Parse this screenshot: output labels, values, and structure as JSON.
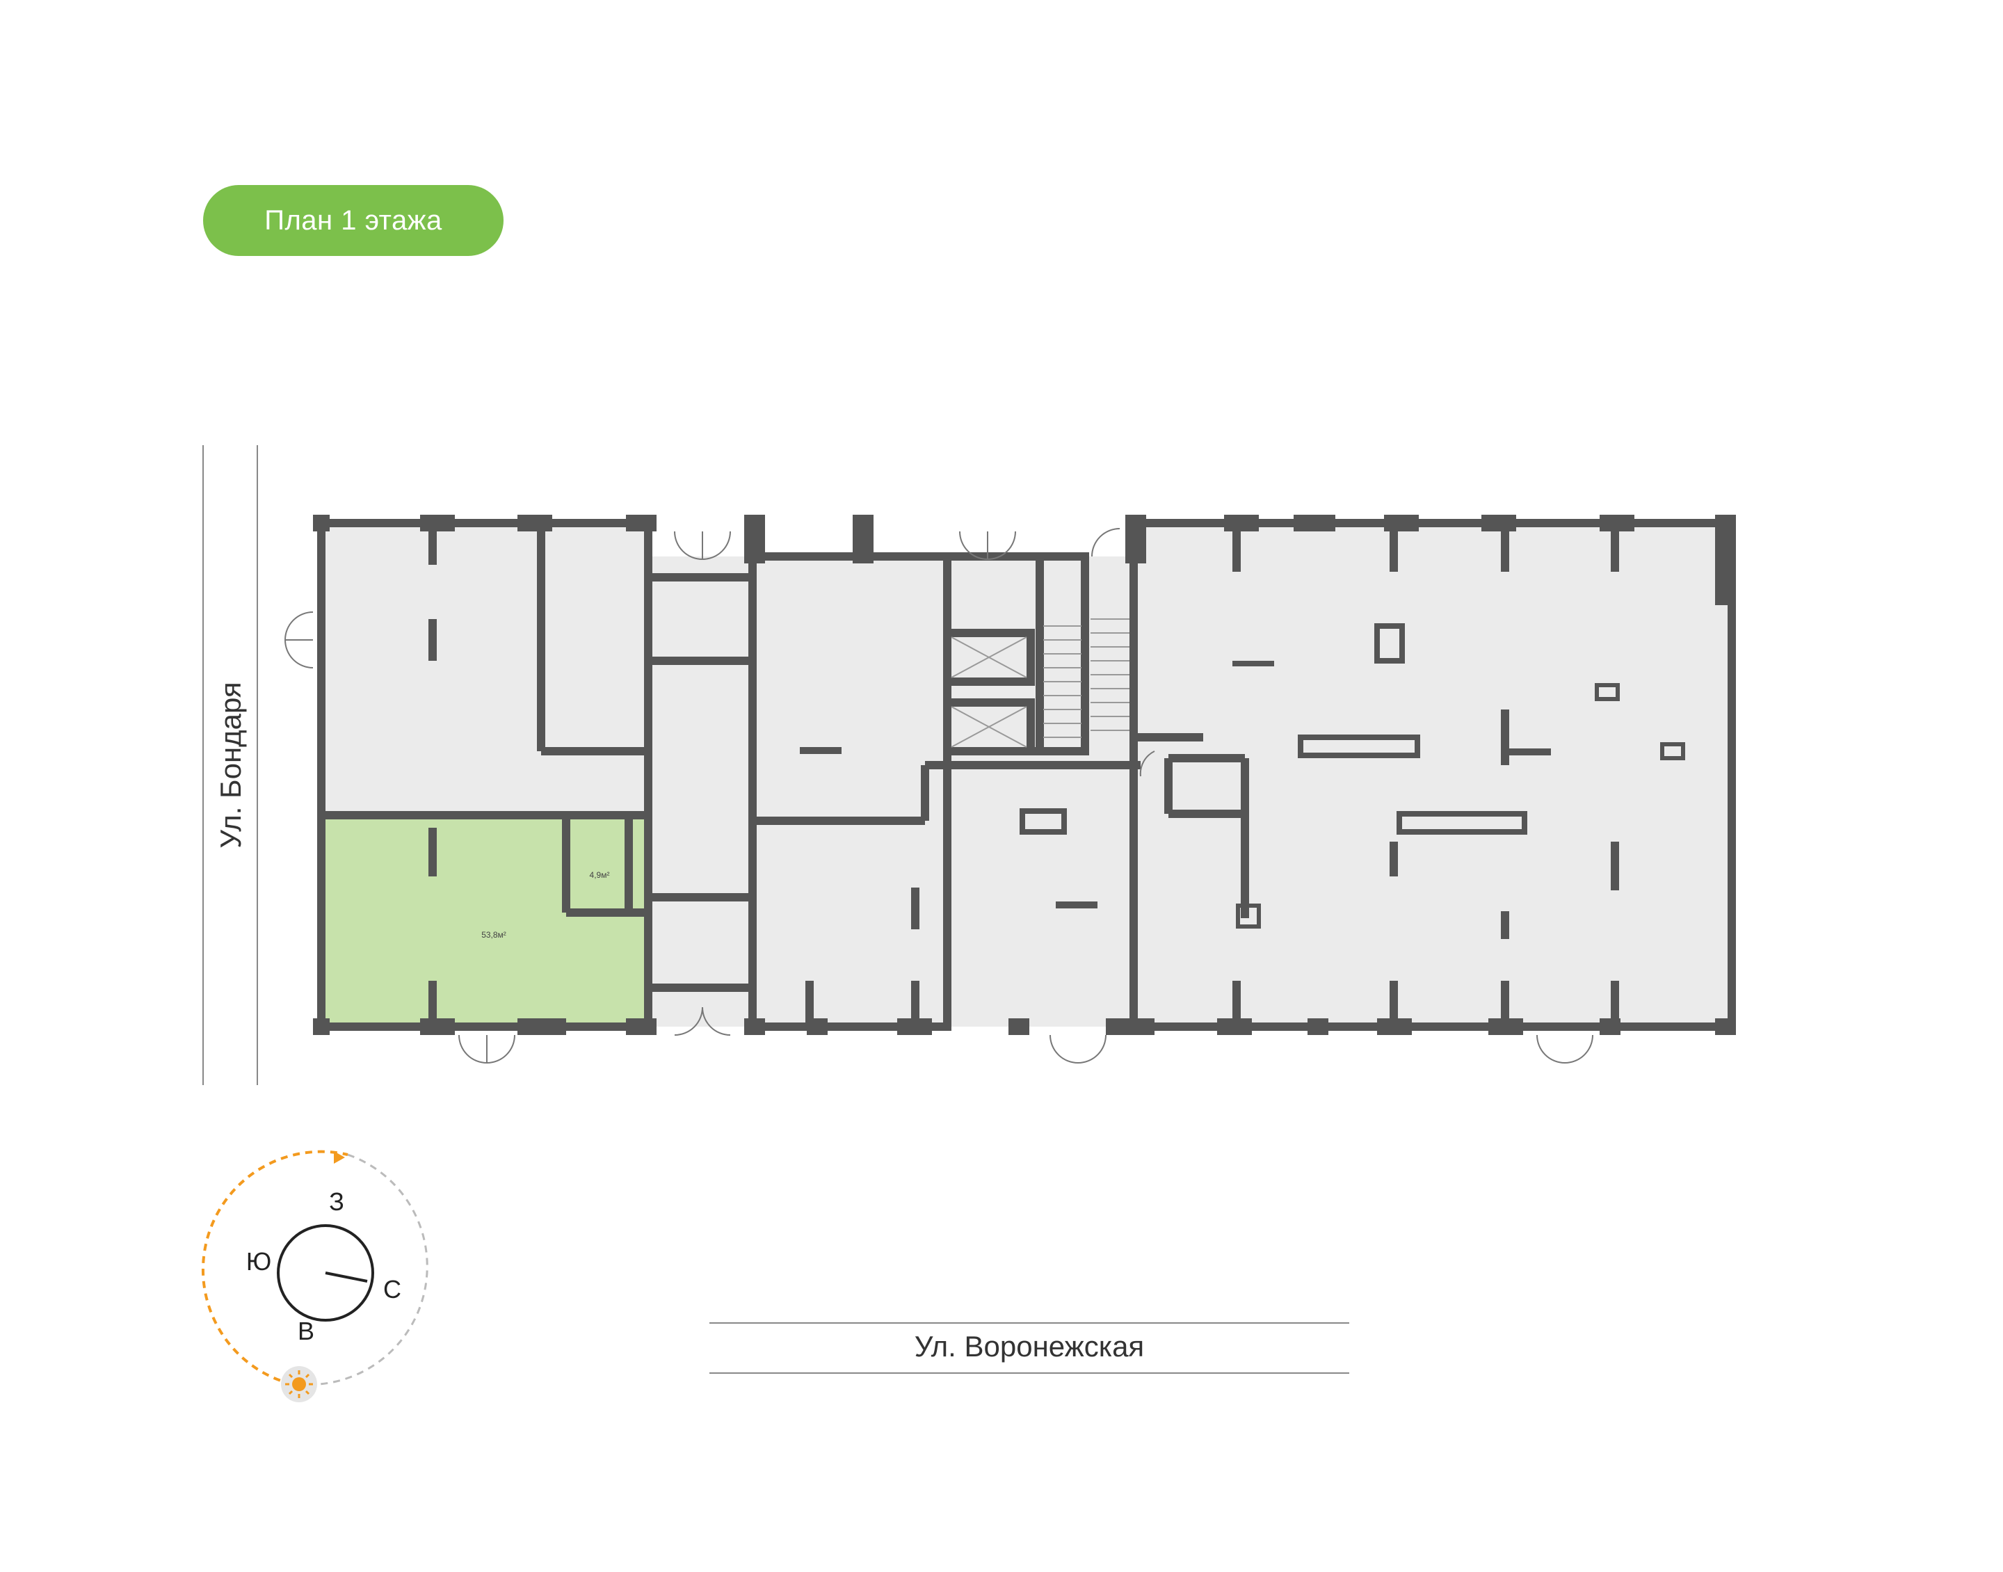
{
  "floor_label": "План 1 этажа",
  "streets": {
    "left": "Ул. Бондаря",
    "bottom": "Ул. Воронежская"
  },
  "units": [
    {
      "area": "53,8м²",
      "highlighted": true
    },
    {
      "area": "4,9м²",
      "highlighted": true
    }
  ],
  "compass": {
    "north": "С",
    "south": "Ю",
    "east": "В",
    "west": "З"
  },
  "colors": {
    "accent_green": "#7cc04b",
    "unit_fill": "#c7e2ab",
    "room_fill": "#ebebeb",
    "wall": "#555555",
    "sun_orange": "#f39a1e"
  }
}
